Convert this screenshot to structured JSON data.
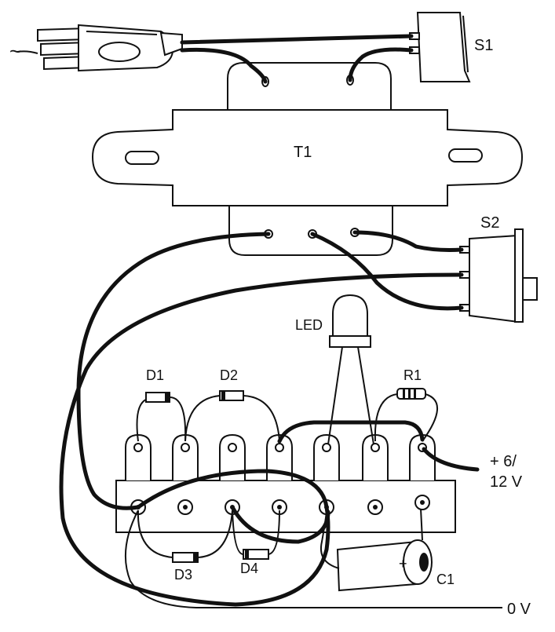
{
  "labels": {
    "switch1": "S1",
    "transformer": "T1",
    "switch2": "S2",
    "led": "LED",
    "diode1": "D1",
    "diode2": "D2",
    "diode3": "D3",
    "diode4": "D4",
    "resistor": "R1",
    "capacitor": "C1",
    "capacitor_polarity": "+",
    "supply_positive_line1": "+ 6/",
    "supply_positive_line2": "12 V",
    "ground": "0 V",
    "mains_tilde": "~"
  },
  "colors": {
    "ink": "#111111",
    "paper": "#ffffff"
  }
}
